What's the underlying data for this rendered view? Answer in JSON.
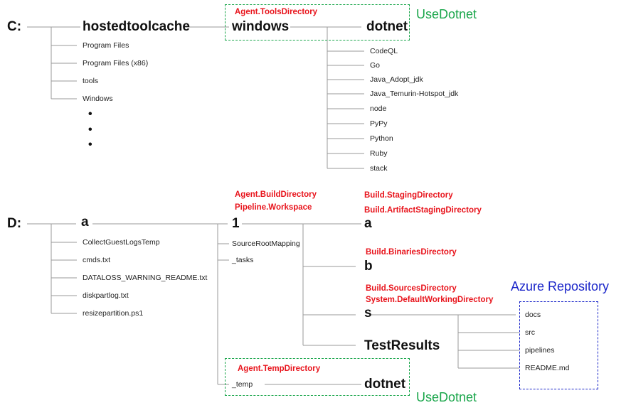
{
  "drives": {
    "c": "C:",
    "d": "D:"
  },
  "c_tree": {
    "hostedtoolcache": "hostedtoolcache",
    "windows": "windows",
    "dotnet": "dotnet",
    "c_children": [
      "Program Files",
      "Program Files (x86)",
      "tools",
      "Windows"
    ],
    "ellipsis": [
      "•",
      "•",
      "•"
    ],
    "toolcache_children": [
      "CodeQL",
      "Go",
      "Java_Adopt_jdk",
      "Java_Temurin-Hotspot_jdk",
      "node",
      "PyPy",
      "Python",
      "Ruby",
      "stack"
    ],
    "tools_directory_label": "Agent.ToolsDirectory",
    "usedotnet_label": "UseDotnet"
  },
  "d_tree": {
    "a": "a",
    "one": "1",
    "a_children": [
      "CollectGuestLogsTemp",
      "cmds.txt",
      "DATALOSS_WARNING_README.txt",
      "diskpartlog.txt",
      "resizepartition.ps1"
    ],
    "one_children": [
      "SourceRootMapping",
      "_tasks"
    ],
    "build_dir_label": "Agent.BuildDirectory",
    "workspace_label": "Pipeline.Workspace",
    "staging_label": "Build.StagingDirectory",
    "artifact_staging_label": "Build.ArtifactStagingDirectory",
    "folder_a": "a",
    "binaries_label": "Build.BinariesDirectory",
    "folder_b": "b",
    "sources_label": "Build.SourcesDirectory",
    "default_working_label": "System.DefaultWorkingDirectory",
    "folder_s": "s",
    "test_results": "TestResults",
    "repo_label": "Azure Repository",
    "repo_children": [
      "docs",
      "src",
      "pipelines",
      "README.md"
    ],
    "temp_dir_label": "Agent.TempDirectory",
    "temp": "_temp",
    "temp_dotnet": "dotnet",
    "usedotnet_label": "UseDotnet"
  },
  "colors": {
    "label_red": "#e8141c",
    "usedotnet_green": "#1aa64b",
    "repo_blue": "#1a25c9",
    "line_gray": "#9a9a9a"
  }
}
